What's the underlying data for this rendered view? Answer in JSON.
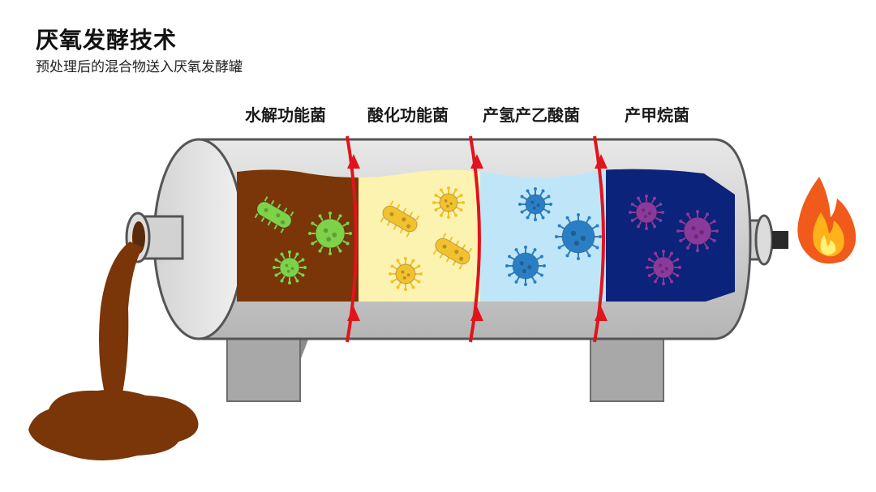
{
  "title": "厌氧发酵技术",
  "subtitle": "预处理后的混合物送入厌氧发酵罐",
  "stages": [
    {
      "label": "水解功能菌",
      "liquid_color": "#7a3508",
      "microbe_color": "#7ed24a"
    },
    {
      "label": "酸化功能菌",
      "liquid_color": "#fdf3b0",
      "microbe_color": "#f2c12e"
    },
    {
      "label": "产氢产乙酸菌",
      "liquid_color": "#bfe6f8",
      "microbe_color": "#2a7fc4"
    },
    {
      "label": "产甲烷菌",
      "liquid_color": "#0b237a",
      "microbe_color": "#8a3a9a"
    }
  ],
  "icons": {
    "flame": "flame-icon",
    "microbe": "microbe-icon",
    "arrow": "flow-arrow-icon"
  },
  "colors": {
    "tank_body": "#c9c9c9",
    "tank_outline": "#555555",
    "stand": "#9e9e9e",
    "arrow": "#e0141c",
    "sludge": "#7a3508"
  }
}
